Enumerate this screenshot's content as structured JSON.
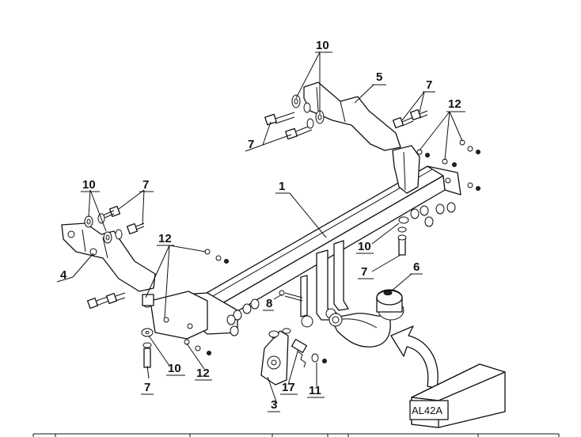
{
  "callouts": {
    "c1": "1",
    "c3": "3",
    "c4": "4",
    "c5": "5",
    "c6": "6",
    "c7_right": "7",
    "c7_top": "7",
    "c7_left": "7",
    "c7_mid": "7",
    "c7_bottom": "7",
    "c8": "8",
    "c10_top": "10",
    "c10_left": "10",
    "c10_mid": "10",
    "c10_bottom": "10",
    "c11": "11",
    "c12_right": "12",
    "c12_left": "12",
    "c12_bottom": "12",
    "c17": "17"
  },
  "product_box": {
    "label": "AL42A"
  },
  "colors": {
    "ink": "#111111",
    "background": "#ffffff"
  }
}
